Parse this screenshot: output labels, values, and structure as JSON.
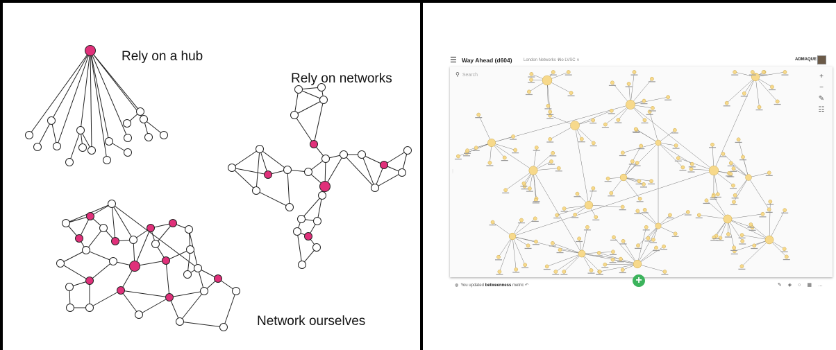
{
  "slide": {
    "hub_label": "Rely on a hub",
    "networks_label": "Rely on networks",
    "ourselves_label": "Network ourselves",
    "node_fill": "#ffffff",
    "highlight_fill": "#e0307a",
    "edge_color": "#222222"
  },
  "app": {
    "title": "Way Ahead (d604)",
    "breadcrumb_1": "London Networks ∨",
    "breadcrumb_2": "No LVSC ∨",
    "user": "ADMAQUE",
    "search_placeholder": "Search",
    "zoom_in": "+",
    "zoom_out": "−",
    "status_prefix": "You updated",
    "status_metric": "betweenness",
    "status_suffix": "metric",
    "add_label": "+",
    "node_color": "#f7d98b",
    "accent": "#3cb35c"
  }
}
